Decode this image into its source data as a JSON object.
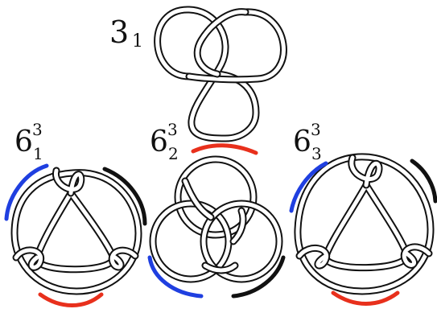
{
  "diagram": {
    "knots": [
      {
        "id": "trefoil",
        "base": "3",
        "sub": "1",
        "sup": ""
      },
      {
        "id": "link-6-3-1",
        "base": "6",
        "sub": "1",
        "sup": "3"
      },
      {
        "id": "link-6-3-2",
        "base": "6",
        "sub": "2",
        "sup": "3"
      },
      {
        "id": "link-6-3-3",
        "base": "6",
        "sub": "3",
        "sup": "3"
      }
    ],
    "arc_colors": {
      "red": "#e8301c",
      "blue": "#1f3fe0",
      "black": "#111111"
    }
  }
}
